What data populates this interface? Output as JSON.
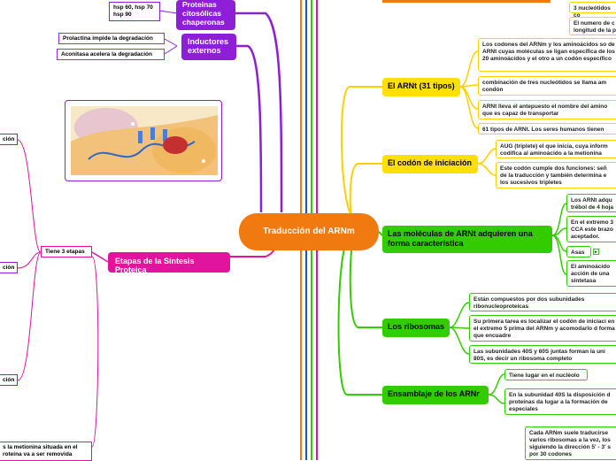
{
  "center": "Traducción del ARNm",
  "top_left": {
    "proteinas": "Proteinas citosólicas chaperonas",
    "hsp": "hsp 60, hsp 70 hsp 90",
    "inductores": "Inductores externos",
    "inductor_leaves": [
      "Prolactina impide la degradación",
      "Aconitasa acelera la degradación"
    ]
  },
  "top_right_leaves": [
    "3 nucleótidos co",
    "El numero de c longitud de la p"
  ],
  "arnt": {
    "title": "El ARNt (31 tipos)",
    "leaves": [
      "Los codones del ARNm y los aminoácidos so de ARNt cuyas moléculas se ligan específica de los 20 aminoácidos y el otro a un codón específico",
      "combinación de tres nucleótidos se llama am condón",
      "ARNt lleva el antepuesto el nombre del amino que es capaz de transportar",
      "61 tipos de ARNt. Los seres humanos tienen"
    ]
  },
  "codon": {
    "title": "El codón de iniciación",
    "leaves": [
      "AUG (triplete) el que inicia, cuya inform codifica al aminoácido a la metionina",
      "Este codón cumple dos funciones: señ de la traducción y también determina e los sucesivos tripletes"
    ]
  },
  "moleculas": {
    "title": "Las moléculas de ARNt adquieren una forma característica",
    "leaves": [
      "Los ARNt adqu trébol de 4 hoja",
      "En el extremo 3 CCA este brazo aceptador.",
      "Asas",
      "El aminoácido acción de una sintetasa"
    ]
  },
  "ribosomas": {
    "title": "Los ribosomas",
    "leaves": [
      "Están compuestos por dos subunidades ribonucleoproteícas",
      "Su primera tarea es localizar el codón de iniciaci en el extremo 5 prima del ARNm y acomodarlo d forma que encuadre",
      "Las subunidades 40S y 60S juntas forman la uni 80S, es decir un ribosoma completo"
    ]
  },
  "ensamblaje": {
    "title": "Ensamblaje de los ARNr",
    "leaves": [
      "Tiene lugar en el nucléolo",
      "En la subunidad 40S la disposición d proteínas da lugar a la formación de especiales"
    ]
  },
  "bottom_leaf": "Cada ARNm suele traducirse varios ribosomas a la vez, los siguiendo la dirección 5' - 3' s por 30 codones",
  "etapas": {
    "title": "Etapas de la Síntesis Proteica",
    "tiene": "Tiene 3 etapas",
    "stages": [
      "ción",
      "ción",
      "ción"
    ],
    "bottom": "s la metionina situada en el roteína va a ser removida"
  },
  "colors": {
    "orange": "#f07a10",
    "green": "#33cc00",
    "yellow": "#ffe000",
    "purple": "#8e1fd6",
    "magenta": "#e0149e",
    "blue": "#1a4fe0"
  }
}
